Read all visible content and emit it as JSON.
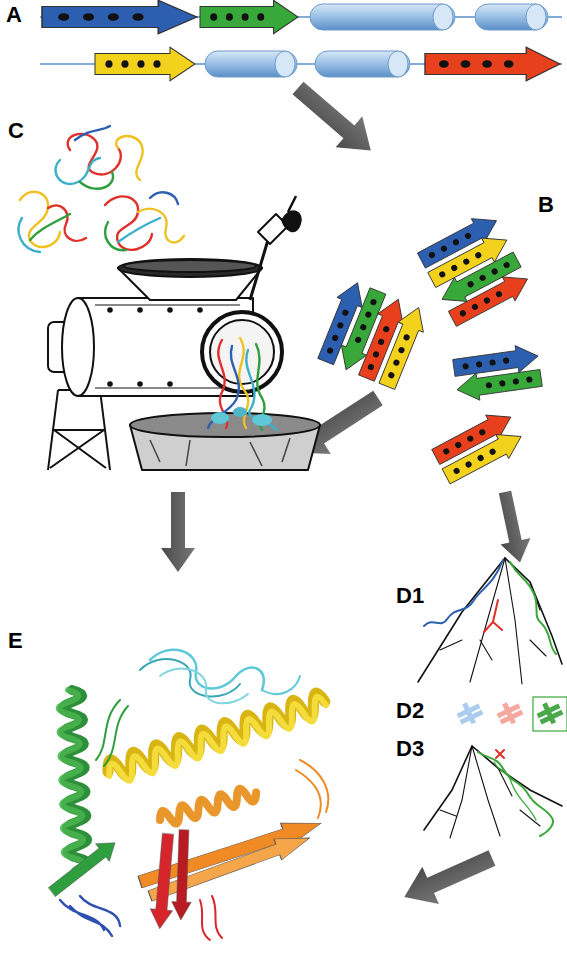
{
  "diagram": {
    "labels": [
      "A",
      "B",
      "C",
      "D1",
      "D2",
      "D3",
      "E"
    ]
  }
}
